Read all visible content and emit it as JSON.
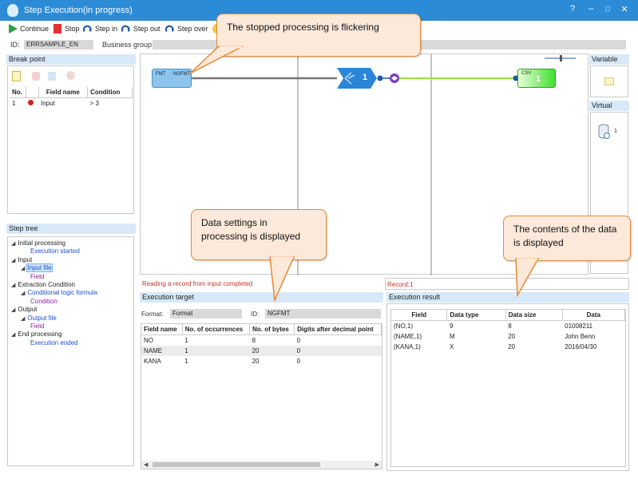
{
  "window": {
    "title": "Step Execution(in progress)",
    "controls": [
      "?",
      "–",
      "□",
      "✕"
    ]
  },
  "toolbar": {
    "continue": "Continue",
    "stop": "Stop",
    "step_in": "Step in",
    "step_out": "Step out",
    "step_over": "Step over"
  },
  "idrow": {
    "id_label": "ID:",
    "id_value": "ERRSAMPLE_EN",
    "business_group_label": "Business group:"
  },
  "breakpoint": {
    "title": "Break point",
    "columns": [
      "No.",
      "",
      "Field name",
      "Condition"
    ],
    "rows": [
      {
        "no": "1",
        "field": "Input",
        "condition": "> 3"
      }
    ]
  },
  "steptree": {
    "title": "Step tree",
    "items": [
      {
        "label": "Initial processing",
        "level": 0,
        "tri": "◢",
        "style": ""
      },
      {
        "label": "Execution started",
        "level": 2,
        "tri": "",
        "style": "blue"
      },
      {
        "label": "Input",
        "level": 0,
        "tri": "◢",
        "style": ""
      },
      {
        "label": "Input file",
        "level": 1,
        "tri": "◢",
        "style": "blue sel"
      },
      {
        "label": "Field",
        "level": 2,
        "tri": "",
        "style": "purple"
      },
      {
        "label": "Extraction Condition",
        "level": 0,
        "tri": "◢",
        "style": ""
      },
      {
        "label": "Conditional logic formula",
        "level": 1,
        "tri": "◢",
        "style": "blue"
      },
      {
        "label": "Condition",
        "level": 2,
        "tri": "",
        "style": "purple"
      },
      {
        "label": "Output",
        "level": 0,
        "tri": "◢",
        "style": ""
      },
      {
        "label": "Output file",
        "level": 1,
        "tri": "◢",
        "style": "blue"
      },
      {
        "label": "Field",
        "level": 2,
        "tri": "",
        "style": "purple"
      },
      {
        "label": "End processing",
        "level": 0,
        "tri": "◢",
        "style": ""
      },
      {
        "label": "Execution ended",
        "level": 2,
        "tri": "",
        "style": "blue"
      }
    ]
  },
  "canvas": {
    "node_input_type": "FMT",
    "node_input_name": "NGFMT",
    "node_process_count": "1",
    "node_output_type": "CSV",
    "node_output_count": "1"
  },
  "right_panels": {
    "variable": "Variable",
    "virtual_table": "Virtual table",
    "virtual_table_count": "1"
  },
  "status": {
    "message": "Reading a record from input completed",
    "record": "Record:1"
  },
  "execution_target": {
    "title": "Execution target",
    "format_label": "Format:",
    "format_value": "Format",
    "id_label": "ID:",
    "id_value": "NGFMT",
    "columns": [
      "Field name",
      "No. of occurrences",
      "No. of bytes",
      "Digits after decimal point"
    ],
    "rows": [
      [
        "NO",
        "1",
        "8",
        "0"
      ],
      [
        "NAME",
        "1",
        "20",
        "0"
      ],
      [
        "KANA",
        "1",
        "20",
        "0"
      ]
    ]
  },
  "execution_result": {
    "title": "Execution result",
    "columns": [
      "Field",
      "Data type",
      "Data size",
      "Data"
    ],
    "rows": [
      [
        "(NO,1)",
        "9",
        "8",
        "01008211"
      ],
      [
        "(NAME,1)",
        "M",
        "20",
        "John Benn"
      ],
      [
        "(KANA,1)",
        "X",
        "20",
        "2016/04/30"
      ]
    ]
  },
  "callouts": {
    "flicker": "The  stopped  processing is flickering",
    "settings": "Data settings in processing is displayed",
    "contents": "The  contents of the data is displayed"
  },
  "colors": {
    "titlebar": "#2c8bd6",
    "panel_header": "#d7e9f8",
    "callout_bg": "#fde9d9",
    "callout_border": "#e38a3a",
    "flow_line_active": "#9be33a"
  }
}
